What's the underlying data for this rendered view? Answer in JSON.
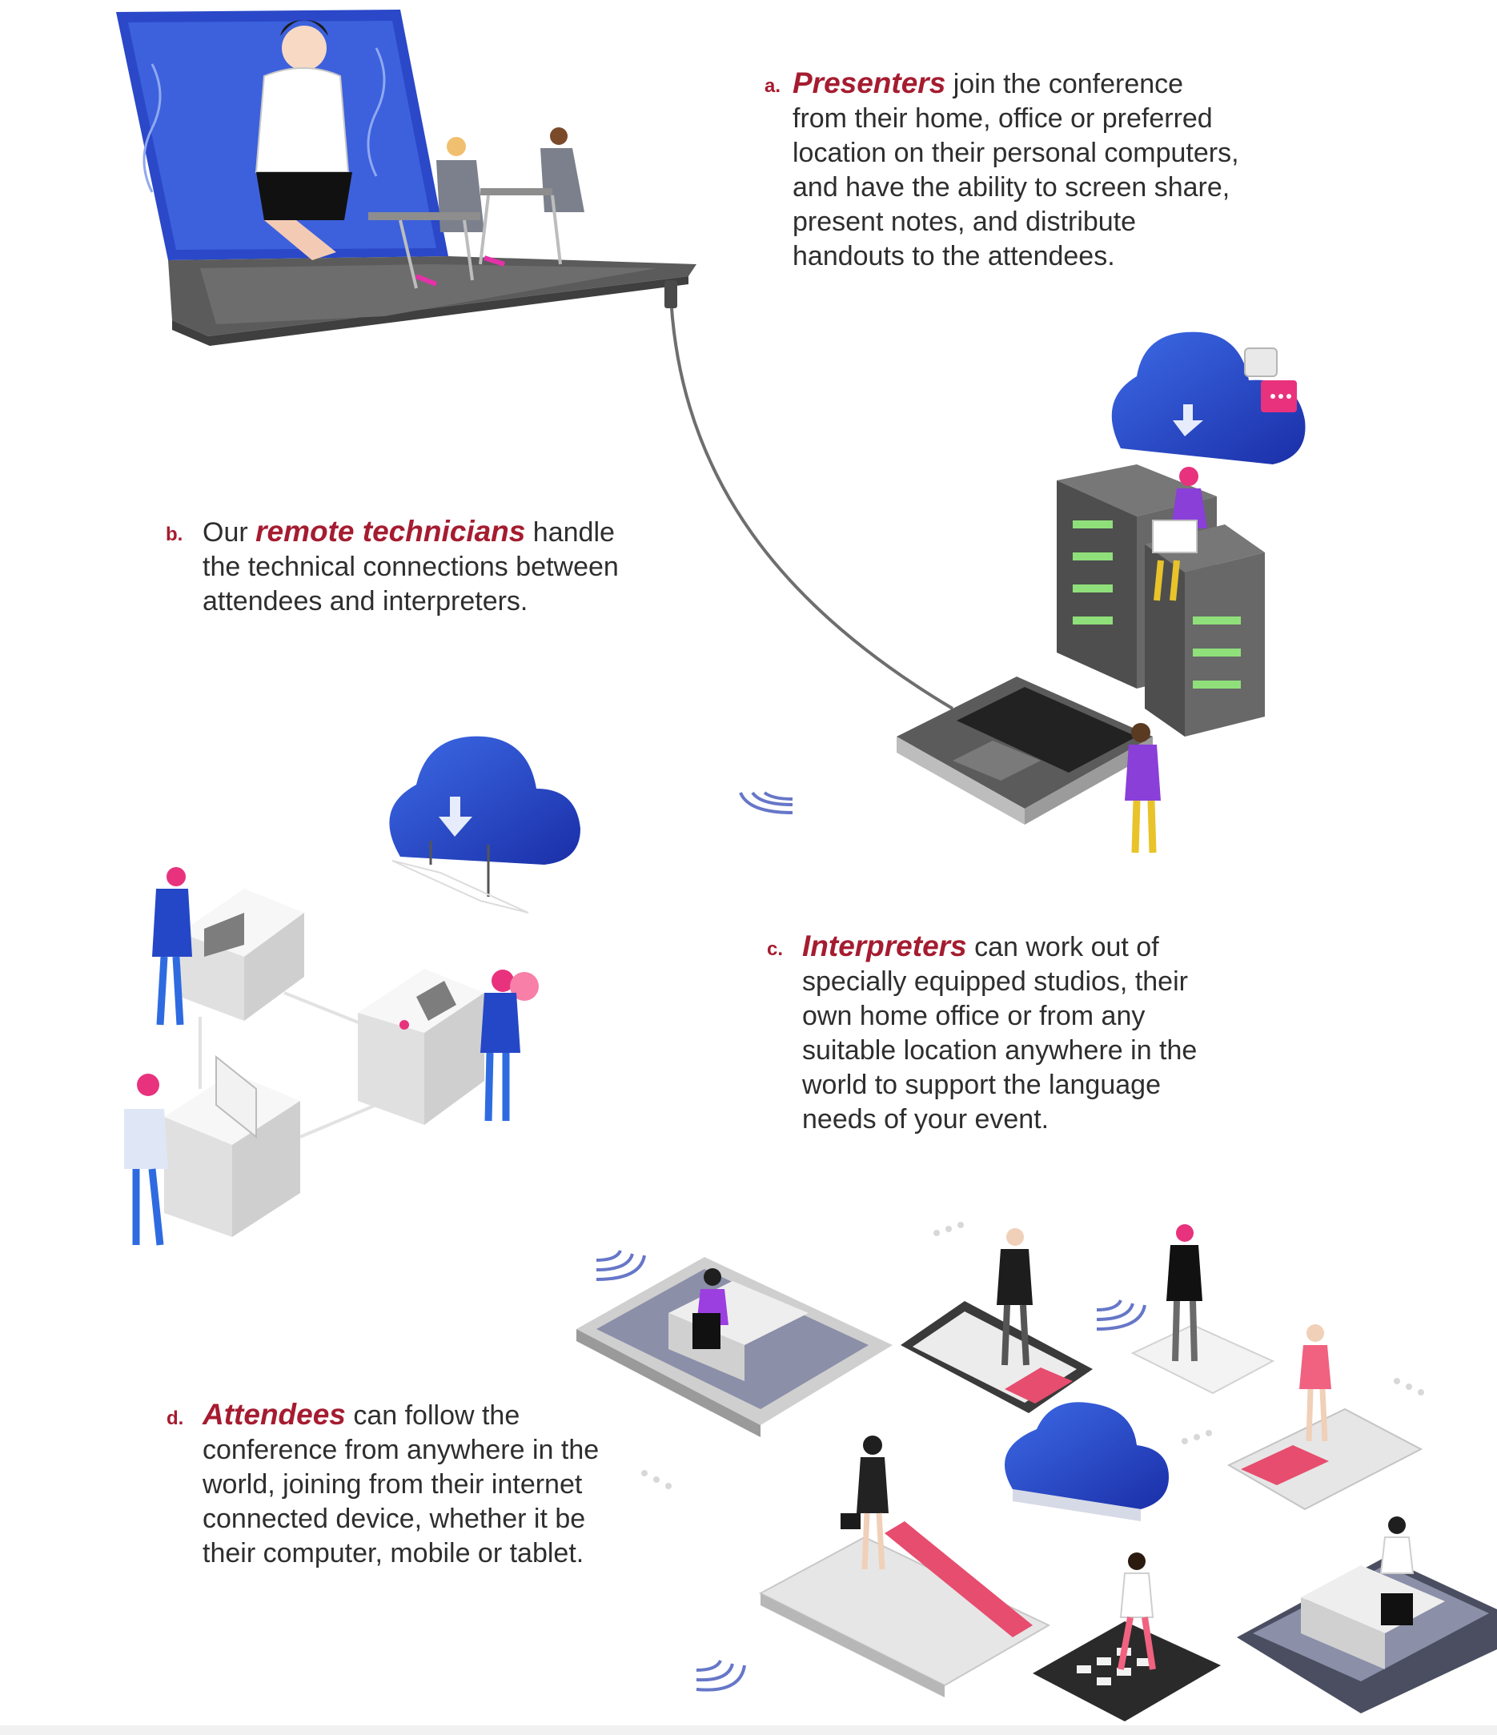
{
  "palette": {
    "accent": "#a51c30",
    "cloud_blue": "#2447c7",
    "purple": "#8a3fd8",
    "pink": "#e8326f",
    "server_gray": "#5e5e5e",
    "yellow": "#e8c32a"
  },
  "icons": [
    "laptop-icon",
    "cloud-icon",
    "server-rack-icon",
    "keyboard-icon",
    "wifi-signal-icon",
    "desk-workstation-icon",
    "tablet-icon",
    "smartphone-icon",
    "chat-bubble-icon",
    "person-icon"
  ],
  "steps": {
    "a": {
      "marker": "a.",
      "highlight": "Presenters",
      "text": " join the conference from their home, office or preferred location on their personal computers, and have the ability to screen share, present notes, and distribute handouts to the attendees."
    },
    "b": {
      "marker": "b.",
      "prefix": "Our ",
      "highlight": "remote technicians",
      "text": " handle the technical connections between attendees and interpreters."
    },
    "c": {
      "marker": "c.",
      "highlight": "Interpreters",
      "text": " can work out of specially equipped studios, their own home office or from any suitable location anywhere in the world to support the language needs of your event."
    },
    "d": {
      "marker": "d.",
      "highlight": "Attendees",
      "text": "  can follow the conference from anywhere in the world, joining from their internet connected device, whether it be their computer, mobile or tablet."
    }
  }
}
